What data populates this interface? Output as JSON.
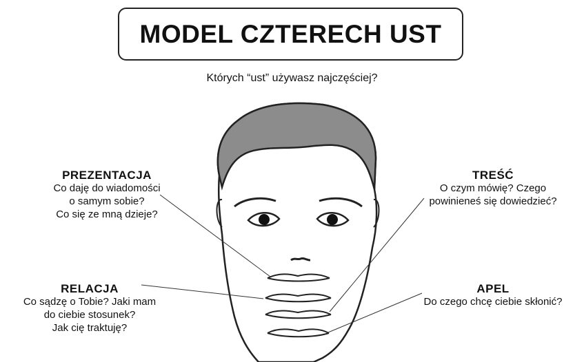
{
  "title": "MODEL CZTERECH UST",
  "subtitle": "Których “ust” używasz najczęściej?",
  "sides": {
    "prezentacja": {
      "heading": "PREZENTACJA",
      "lines": [
        "Co daję do wiadomości",
        "o samym sobie?",
        "Co się ze mną dzieje?"
      ]
    },
    "tresc": {
      "heading": "TREŚĆ",
      "lines": [
        "O czym mówię? Czego",
        "powinieneś się dowiedzieć?"
      ]
    },
    "relacja": {
      "heading": "RELACJA",
      "lines": [
        "Co sądzę o Tobie? Jaki mam",
        "do ciebie stosunek?",
        "Jak cię traktuję?"
      ]
    },
    "apel": {
      "heading": "APEL",
      "lines": [
        "Do czego chcę ciebie skłonić?"
      ]
    }
  },
  "colors": {
    "hair": "#8c8c8c",
    "outline": "#222222"
  }
}
